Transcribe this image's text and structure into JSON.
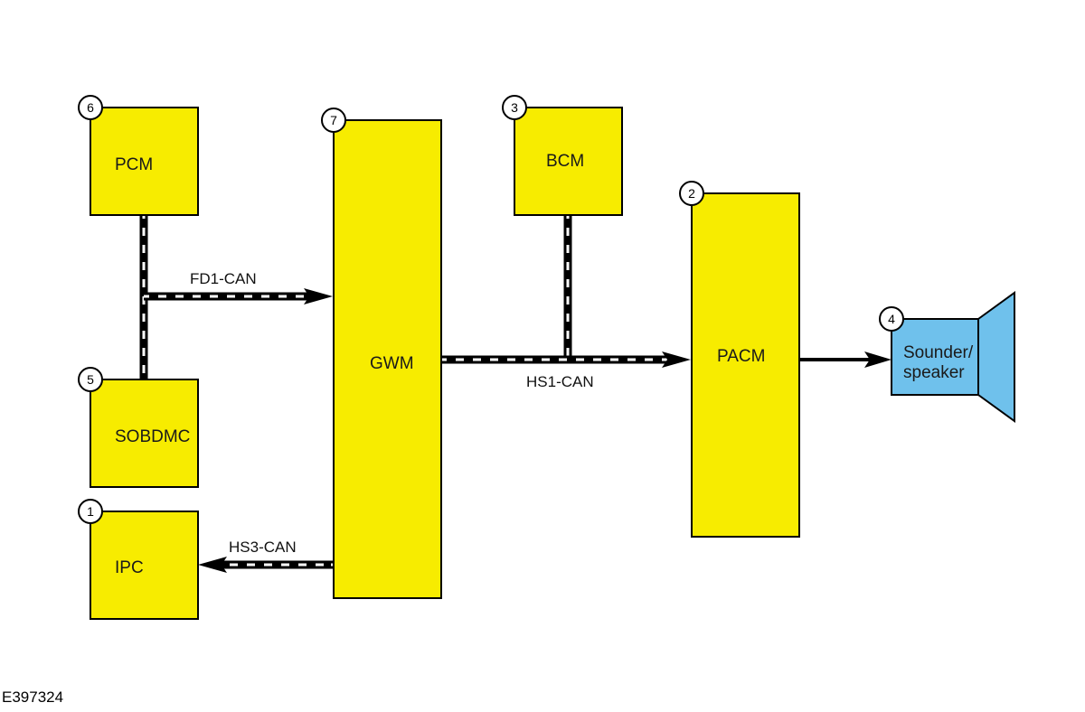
{
  "colors": {
    "module_fill": "#f7ec00",
    "speaker_fill": "#6fc1ec",
    "stroke": "#000000"
  },
  "modules": {
    "pcm": {
      "label": "PCM",
      "callout": "6"
    },
    "sobdmc": {
      "label": "SOBDMC",
      "callout": "5"
    },
    "ipc": {
      "label": "IPC",
      "callout": "1"
    },
    "gwm": {
      "label": "GWM",
      "callout": "7"
    },
    "bcm": {
      "label": "BCM",
      "callout": "3"
    },
    "pacm": {
      "label": "PACM",
      "callout": "2"
    }
  },
  "speaker": {
    "label_line1": "Sounder/",
    "label_line2": "speaker",
    "callout": "4"
  },
  "buses": {
    "fd1": "FD1-CAN",
    "hs1": "HS1-CAN",
    "hs3": "HS3-CAN"
  },
  "reference": "E397324"
}
